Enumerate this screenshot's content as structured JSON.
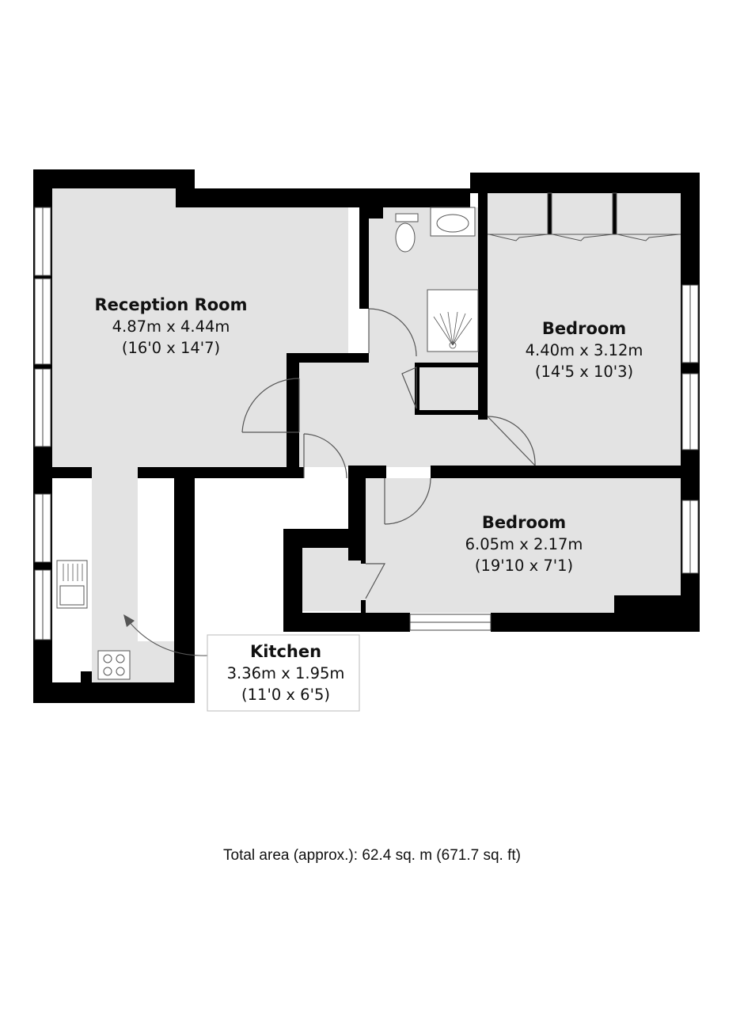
{
  "rooms": {
    "reception": {
      "name": "Reception Room",
      "metric": "4.87m x 4.44m",
      "imperial": "(16'0 x 14'7)"
    },
    "bedroom1": {
      "name": "Bedroom",
      "metric": "4.40m x 3.12m",
      "imperial": "(14'5 x 10'3)"
    },
    "bedroom2": {
      "name": "Bedroom",
      "metric": "6.05m x 2.17m",
      "imperial": "(19'10 x 7'1)"
    },
    "kitchen": {
      "name": "Kitchen",
      "metric": "3.36m x 1.95m",
      "imperial": "(11'0 x 6'5)"
    }
  },
  "total_area": "Total area (approx.): 62.4 sq. m (671.7 sq. ft)",
  "colors": {
    "wall": "#000000",
    "floor": "#e3e3e3",
    "fixture": "#ffffff",
    "line": "#666666"
  }
}
